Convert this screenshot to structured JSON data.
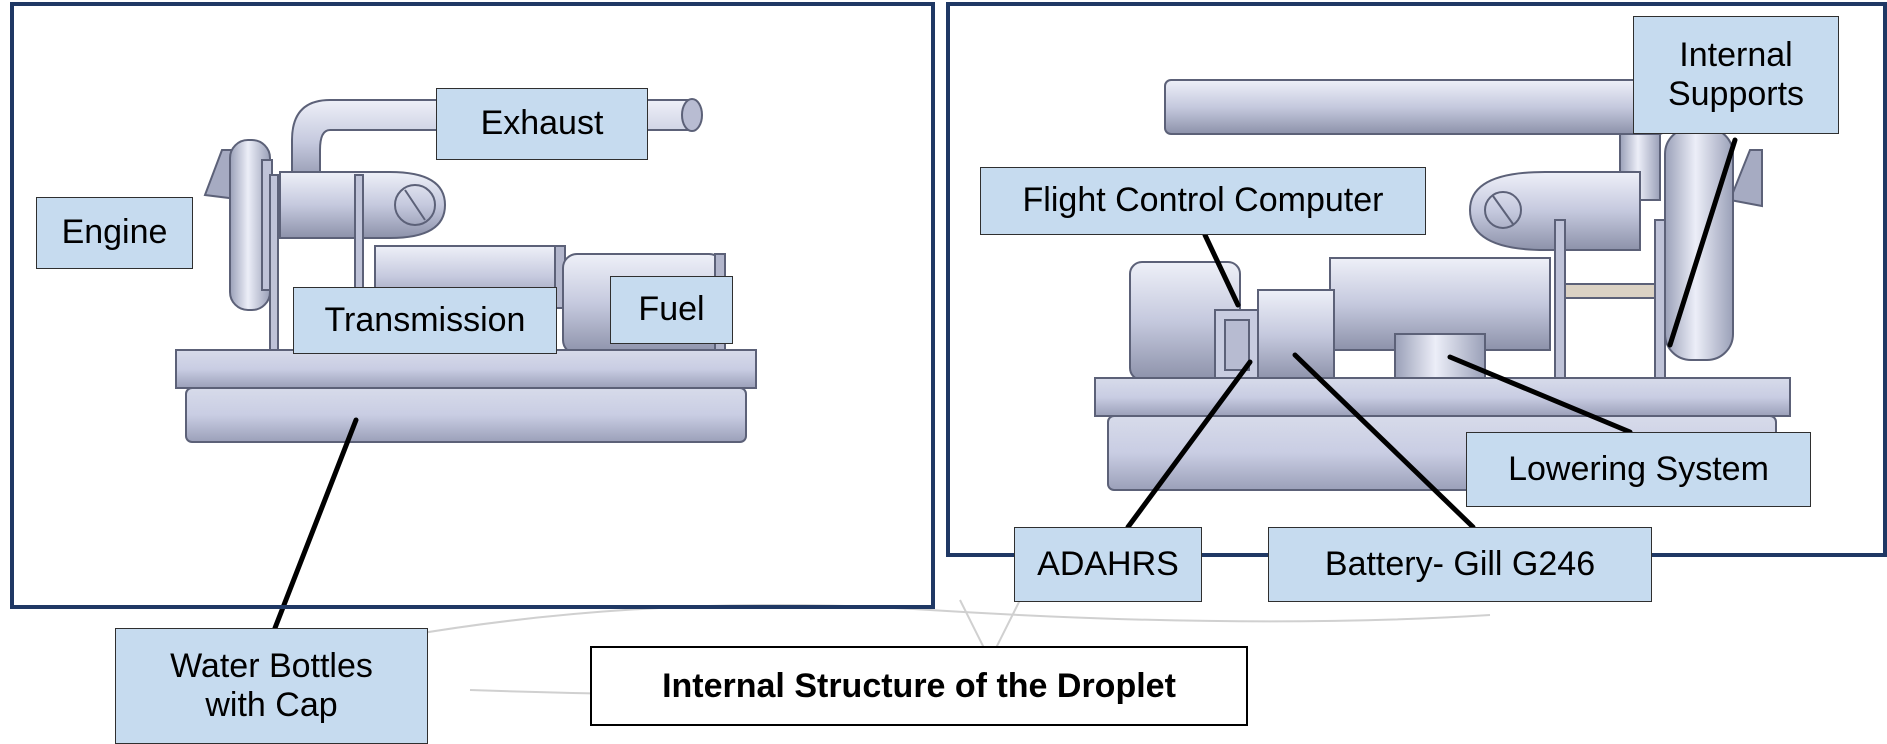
{
  "left_view": {
    "labels": {
      "engine": "Engine",
      "exhaust": "Exhaust",
      "transmission": "Transmission",
      "fuel": "Fuel",
      "water_bottles": "Water Bottles\nwith Cap"
    }
  },
  "right_view": {
    "labels": {
      "internal_supports": "Internal\nSupports",
      "flight_control_computer": "Flight Control Computer",
      "lowering_system": "Lowering System",
      "adahrs": "ADAHRS",
      "battery": "Battery- Gill G246"
    }
  },
  "caption": "Internal Structure of the Droplet",
  "colors": {
    "panel_border": "#1f3864",
    "label_fill": "#c6dbef",
    "model_metal": "#c3c7dc",
    "leader_line": "#000000"
  }
}
